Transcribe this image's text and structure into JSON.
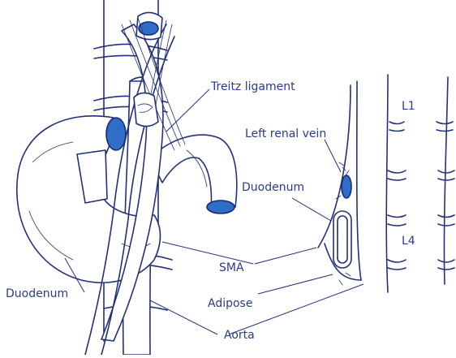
{
  "diagram": {
    "labels": {
      "treitz": "Treitz ligament",
      "left_renal_vein": "Left renal vein",
      "duodenum_right": "Duodenum",
      "duodenum_left": "Duodenum",
      "sma": "SMA",
      "adipose": "Adipose",
      "aorta": "Aorta",
      "l1": "L1",
      "l4": "L4"
    },
    "colors": {
      "line": "#23307a",
      "text": "#2b3a8c",
      "lumen": "#2e6ec8"
    }
  }
}
